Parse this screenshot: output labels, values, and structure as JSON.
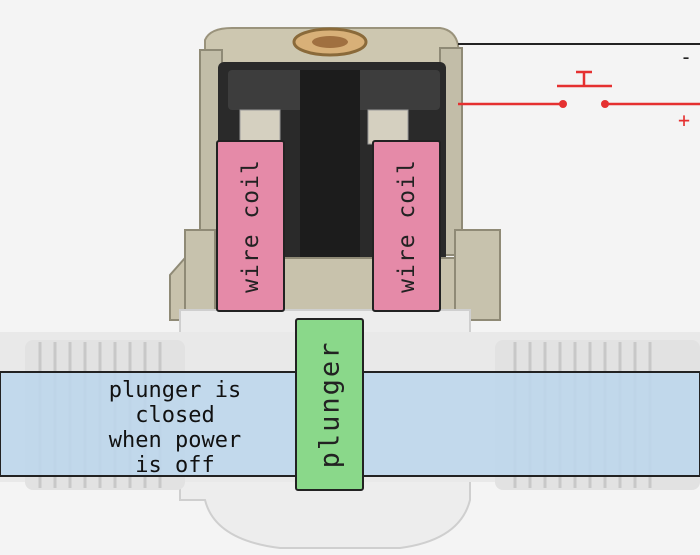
{
  "labels": {
    "coil_left": "wire coil",
    "coil_right": "wire coil",
    "plunger": "plunger",
    "caption_lines": [
      "plunger is",
      "closed",
      "when power",
      "is off"
    ]
  },
  "circuit": {
    "negative": "-",
    "positive": "+"
  },
  "colors": {
    "coil": "#e58aa8",
    "plunger": "#8ad88a",
    "water_band": "#bcd6ec",
    "positive_wire": "#e53030",
    "negative_wire": "#222222"
  }
}
